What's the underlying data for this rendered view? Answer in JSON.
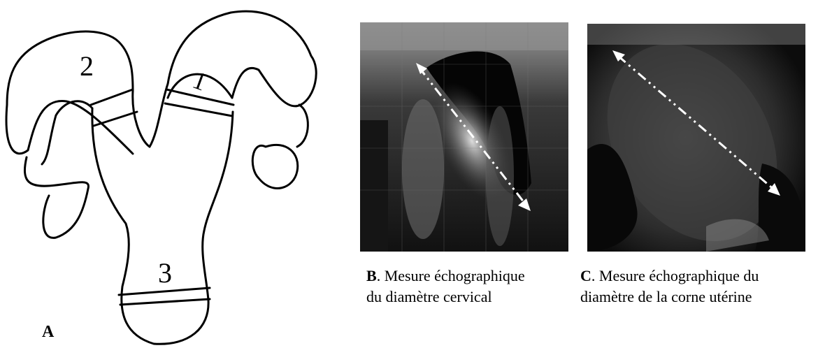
{
  "panel_a": {
    "letter": "A",
    "labels": [
      "2",
      "1",
      "3"
    ]
  },
  "panel_b": {
    "letter": "B",
    "caption_line1": ". Mesure échographique",
    "caption_line2": "du diamètre cervical"
  },
  "panel_c": {
    "letter": "C",
    "caption_line1": ". Mesure échographique du",
    "caption_line2": "diamètre de la corne utérine"
  }
}
